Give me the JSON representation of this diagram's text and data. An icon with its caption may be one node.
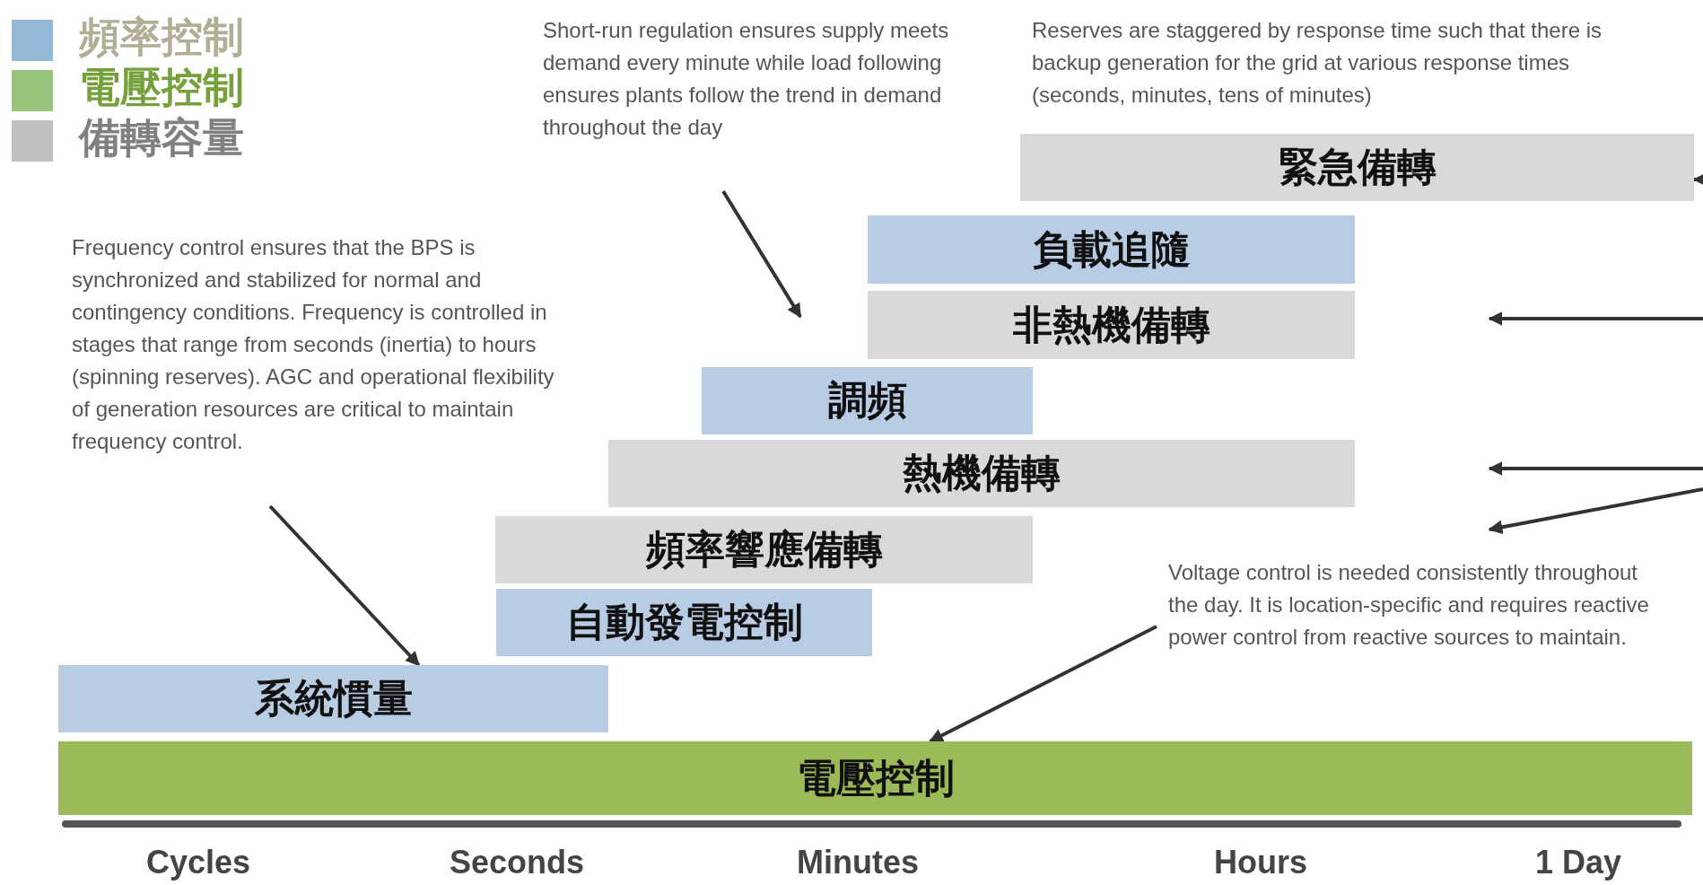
{
  "diagram": {
    "nodes": [
      {
        "text": [
          "Short-run regulation ensures supply meets demand every minute while load following ensures plants follow the trend in demand throughout the day"
        ]
      },
      {
        "text": [
          "緊急備轉"
        ]
      },
      {
        "text": [
          "負載追隨"
        ]
      },
      {
        "text": [
          "Frequency control ensures that the BPS is synchronized and stabilized for normal and contingency conditions. Frequency is controlled in stages that range from seconds (inertia) to hours (spinning reserves). AGC and operational flexibility of generation resources are critical to maintain frequency control."
        ]
      },
      {
        "text": [
          "非熱機備轉"
        ]
      },
      {
        "text": [
          "調頻"
        ]
      },
      {
        "text": [
          "熱機備轉"
        ]
      },
      {
        "text": [
          "頻率響應備轉"
        ]
      },
      {
        "text": [
          "Voltage control is needed consistently throughout the day. It is location-specific and requires reactive power control from reactive sources to maintain."
        ]
      },
      {
        "text": [
          "自動發電控制"
        ]
      },
      {
        "text": [
          "系統慣量"
        ]
      },
      {
        "text": [
          "電壓控制"
        ]
      }
    ],
    "edges": [
      {
        "from": 0,
        "to": null,
        "arrow": "to"
      },
      {
        "from": 3,
        "to": 10,
        "arrow": "to"
      },
      {
        "from": 8,
        "to": 11,
        "arrow": "to"
      },
      {
        "from": null,
        "to": 1,
        "arrow": "to"
      }
    ],
    "labels": [
      "Reserves are staggered by response time such that there is backup generation for the grid at various response times (seconds, minutes, tens of minutes)",
      "Cycles",
      "Seconds",
      "Minutes",
      "Hours",
      "1 Day"
    ],
    "legend": [
      {
        "text": "頻率控制",
        "color": "#93b8d8"
      },
      {
        "text": "電壓控制",
        "color": "#97c47a"
      },
      {
        "text": "備轉容量",
        "color": "#c0c0c2"
      }
    ]
  }
}
